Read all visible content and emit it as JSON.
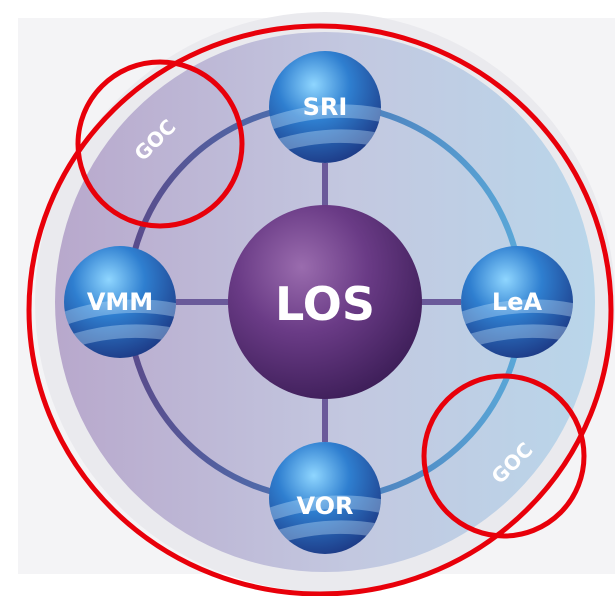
{
  "diagram": {
    "center_label": "LOS",
    "nodes": {
      "top": "SRI",
      "right": "LeA",
      "bottom": "VOR",
      "left": "VMM"
    },
    "ring_labels": {
      "upper_left": "GOC",
      "lower_right": "GOC"
    },
    "highlight_color": "#e8000a"
  }
}
